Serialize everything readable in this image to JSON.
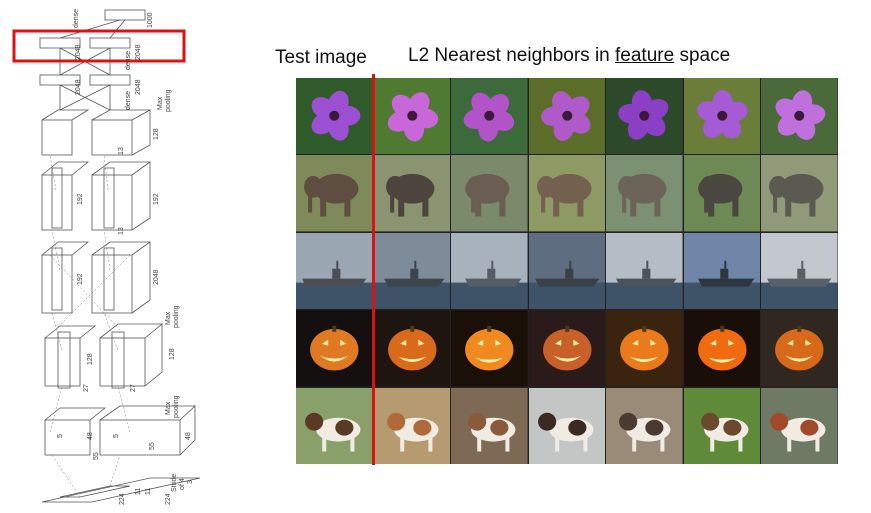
{
  "architecture": {
    "labels": {
      "out": "1000",
      "dense": "dense",
      "fc": "2048",
      "maxpool_a": "Max",
      "maxpool_b": "pooling",
      "c128": "128",
      "c192": "192",
      "c13": "13",
      "c27": "27",
      "c48": "48",
      "c55": "55",
      "c5": "5",
      "c3": "3",
      "c11": "11",
      "c224": "224",
      "stride_a": "Stride",
      "stride_b": "of 4"
    },
    "highlight_color": "#e01010"
  },
  "header": {
    "test_label": "Test image",
    "nn_prefix": "L2 Nearest neighbors in ",
    "nn_underlined": "feature",
    "nn_suffix": " space"
  },
  "grid": {
    "columns": 7,
    "rows": [
      {
        "subject": "flower",
        "colors": {
          "bg": [
            "#2f5a2a",
            "#4e7a32",
            "#3c6a3a",
            "#5a6e2a",
            "#2c4a2a",
            "#6a7e3a",
            "#4a6a3a"
          ],
          "fg": [
            "#9b4fd3",
            "#c868d8",
            "#b253c8",
            "#b05ac9",
            "#8a3fc4",
            "#a45bd4",
            "#c070dc"
          ]
        }
      },
      {
        "subject": "elephant",
        "colors": {
          "bg": [
            "#7e8a5a",
            "#8a9470",
            "#7a8a6a",
            "#8e9a64",
            "#7c9072",
            "#6e8a54",
            "#909a78"
          ],
          "fg": [
            "#5e4e42",
            "#4e443e",
            "#6a5e52",
            "#74604e",
            "#6c6458",
            "#4a4640",
            "#5a5a50"
          ]
        }
      },
      {
        "subject": "ship",
        "colors": {
          "bg": [
            "#9aa6b2",
            "#7e8c9a",
            "#a8b2bc",
            "#5e6e80",
            "#b4bcc6",
            "#6f86a8",
            "#c2c8ce"
          ],
          "fg": [
            "#4a4e54",
            "#3e444c",
            "#565c64",
            "#3a4048",
            "#4c525a",
            "#2e3640",
            "#5a6068"
          ]
        }
      },
      {
        "subject": "pumpkin",
        "colors": {
          "bg": [
            "#141010",
            "#1e1410",
            "#1a1008",
            "#2a1a1a",
            "#3a2410",
            "#1a0e08",
            "#302820"
          ],
          "fg": [
            "#e07a22",
            "#d86a1a",
            "#f08a20",
            "#c8602a",
            "#ea7a1a",
            "#f06a10",
            "#d8681a"
          ]
        }
      },
      {
        "subject": "dog",
        "colors": {
          "bg": [
            "#8aa06a",
            "#b69a70",
            "#7e6a54",
            "#c2c6c4",
            "#9a8a78",
            "#5e8a3a",
            "#6e7a64"
          ],
          "fg": [
            "#5a3a26",
            "#b06a3a",
            "#8a5a3a",
            "#3a2a22",
            "#4a3a30",
            "#6a4a2e",
            "#a04a2a"
          ]
        }
      }
    ]
  }
}
